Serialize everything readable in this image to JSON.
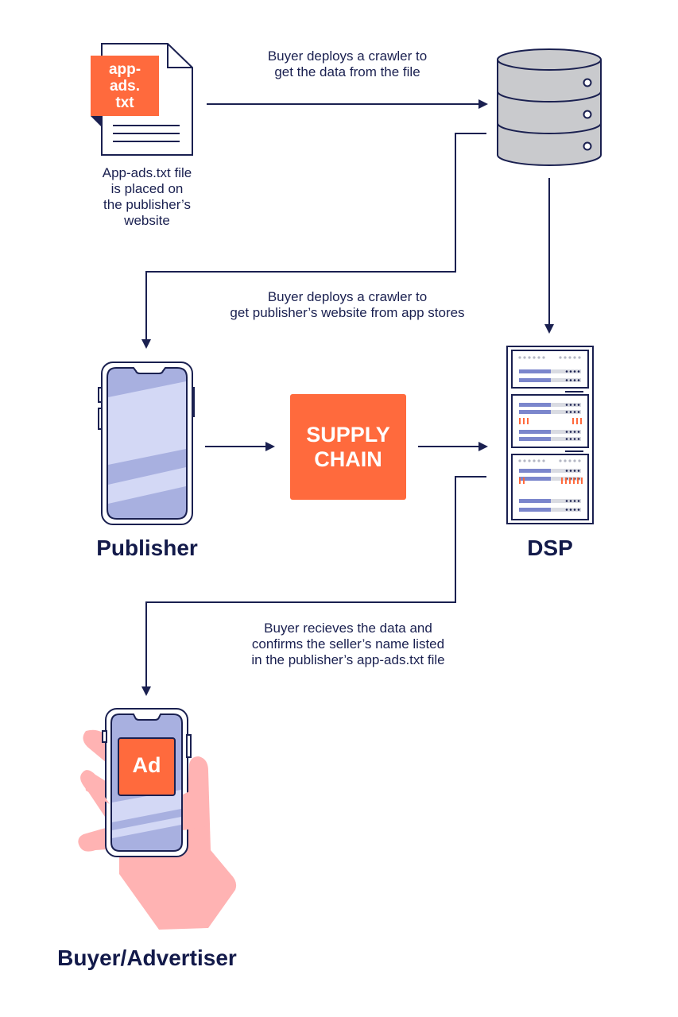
{
  "file_icon": {
    "label_lines": [
      "app-",
      "ads.",
      "txt"
    ],
    "caption_lines": [
      "App-ads.txt file",
      "is placed on",
      "the publisher’s",
      "website"
    ]
  },
  "step1": {
    "lines": [
      "Buyer deploys a crawler to",
      "get the data from the file"
    ]
  },
  "step2": {
    "lines": [
      "Buyer deploys a crawler to",
      "get publisher’s website from app stores"
    ]
  },
  "step3": {
    "lines": [
      "Buyer recieves the data and",
      "confirms the seller’s name listed",
      "in the publisher’s app-ads.txt file"
    ]
  },
  "supply_chain": {
    "lines": [
      "SUPPLY",
      "CHAIN"
    ]
  },
  "publisher": {
    "label": "Publisher"
  },
  "dsp": {
    "label": "DSP"
  },
  "buyer": {
    "label": "Buyer/Advertiser",
    "ad_label": "Ad"
  },
  "colors": {
    "navy": "#1a2050",
    "orange": "#ff6a3d",
    "phone_screen": "#a8b0e0",
    "phone_stripe": "#d3d8f5",
    "database": "#c9cacd",
    "hand": "#ffb3b3",
    "server_bar": "#7b86cc"
  }
}
